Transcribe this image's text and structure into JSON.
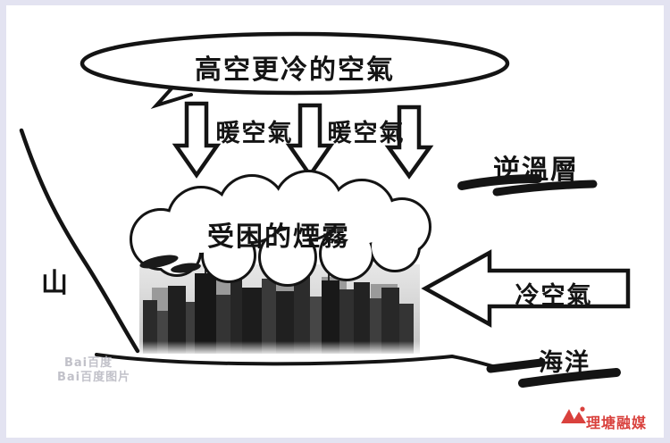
{
  "colors": {
    "ink": "#141414",
    "logo_red": "#d9413d",
    "frame": "#e3e3f1"
  },
  "labels": {
    "high_cold_air": "高空更冷的空氣",
    "warm_air_left": "暖空氣",
    "warm_air_right": "暖空氣",
    "inversion_layer": "逆溫層",
    "trapped_smog": "受困的煙霧",
    "mountain": "山",
    "cold_air": "冷空氣",
    "ocean": "海洋"
  },
  "watermark": {
    "line1": "Bai百度",
    "line2": "Bai百度图片"
  },
  "logo": {
    "name": "理塘融媒"
  }
}
